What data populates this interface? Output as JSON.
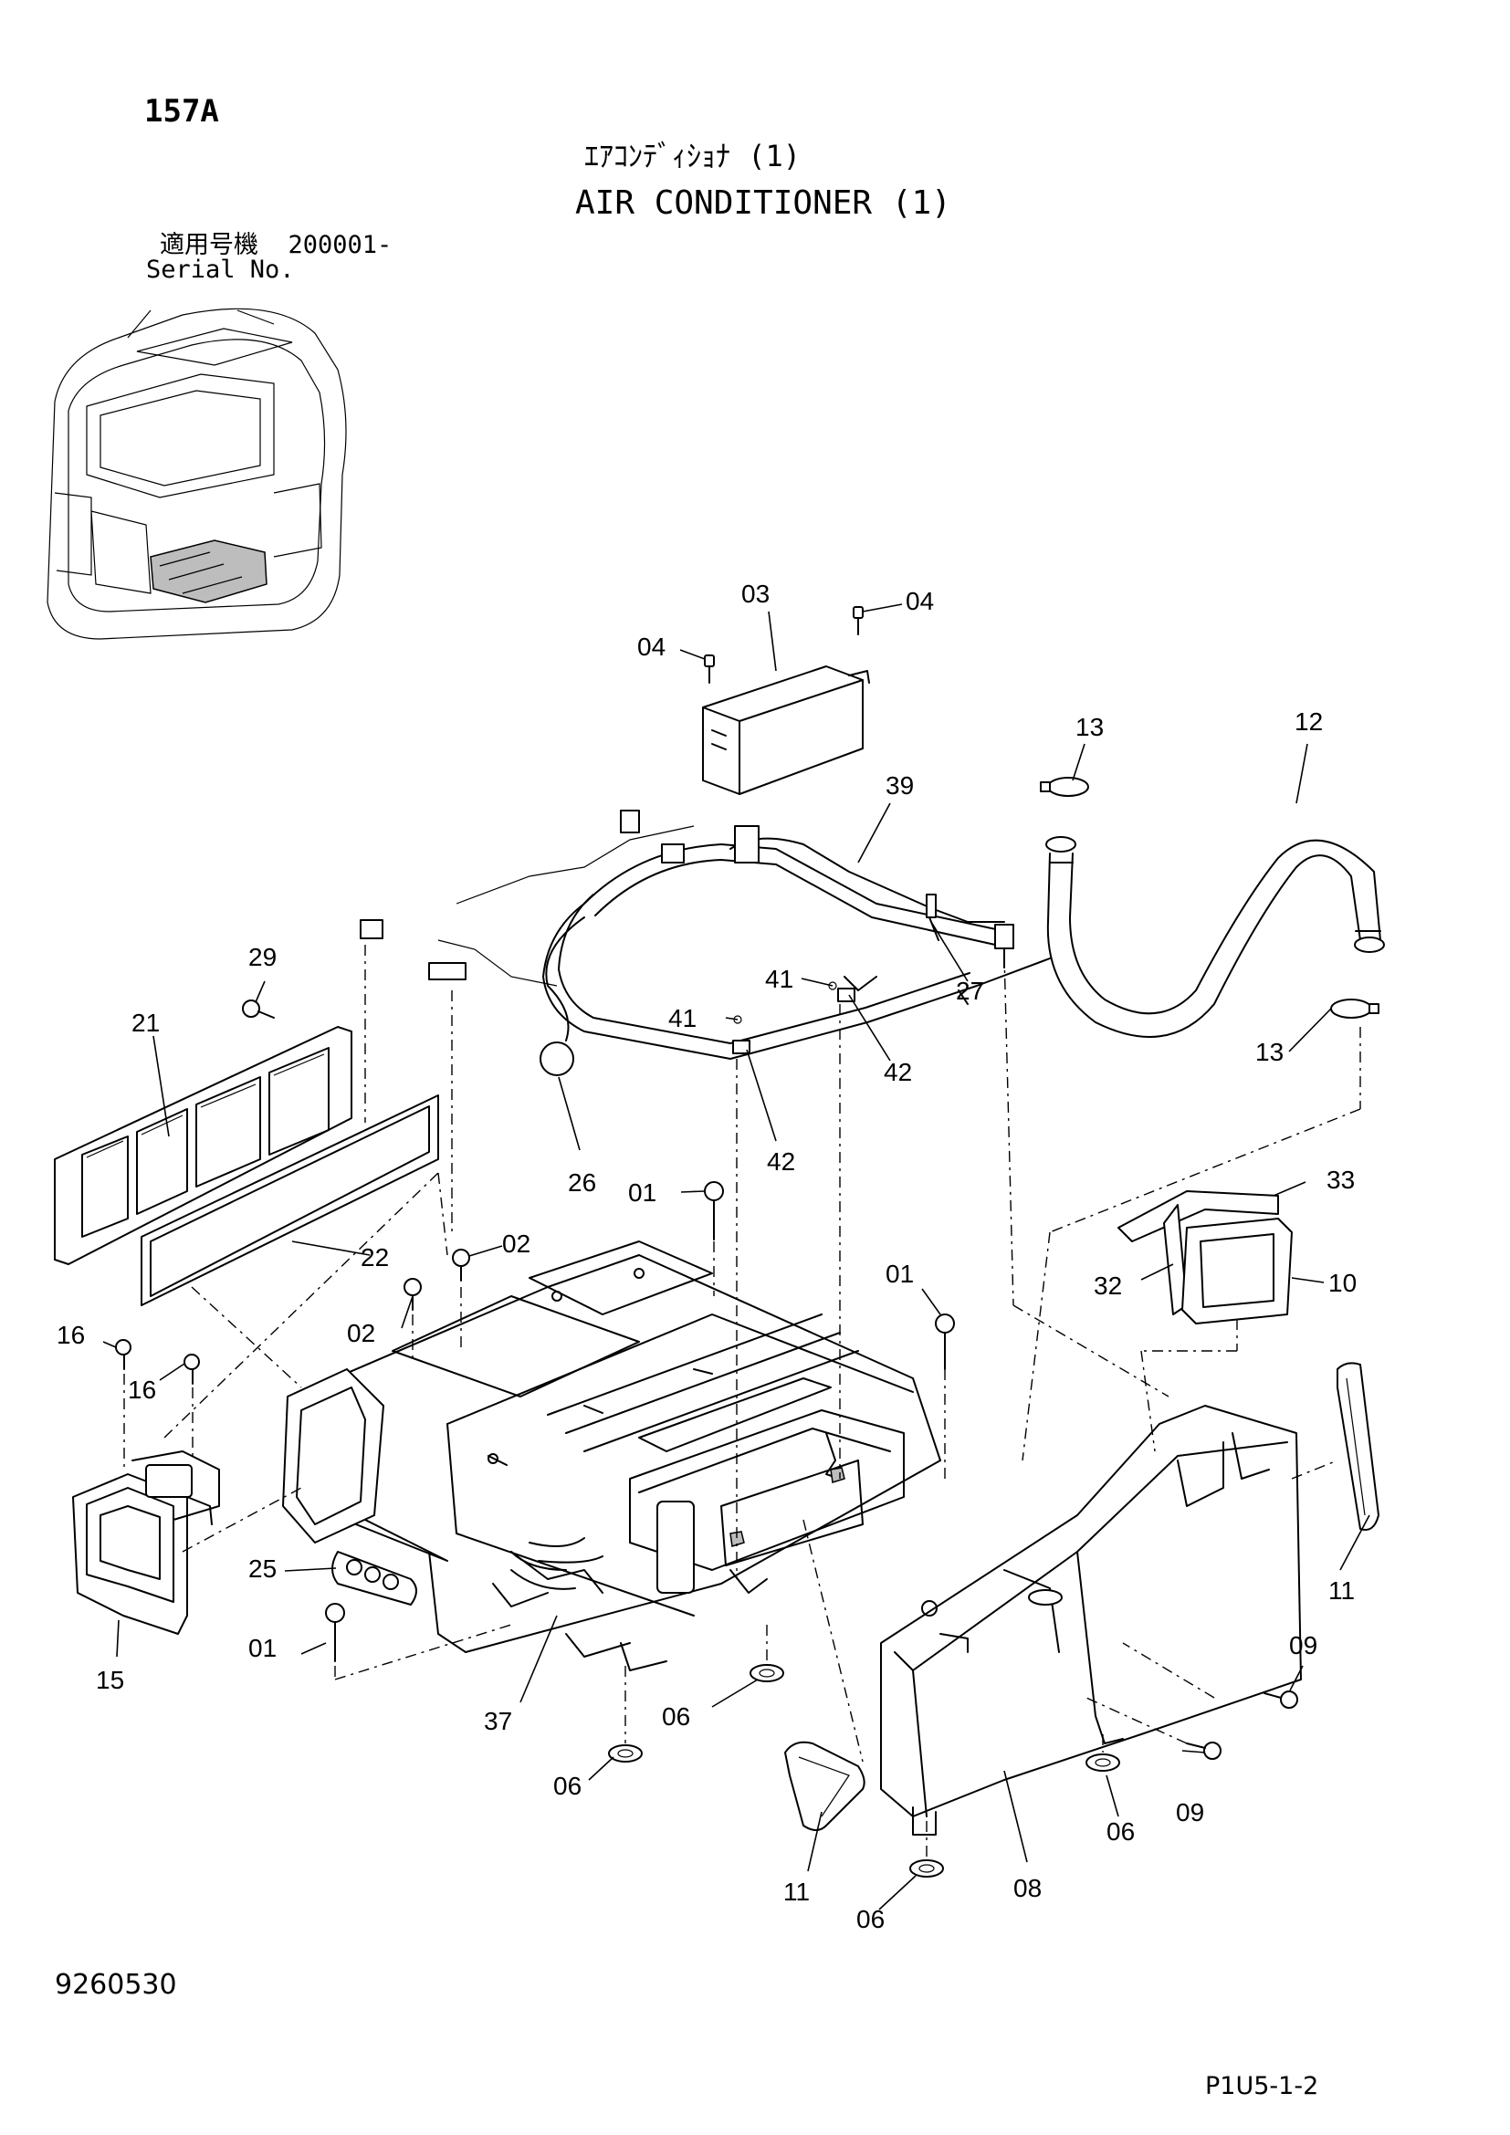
{
  "header": {
    "page_code": "157A",
    "title_jp": "ｴｱｺﾝﾃﾞｨｼｮﾅ (1)",
    "title_en": "AIR CONDITIONER (1)",
    "serial_label_jp": "適用号機",
    "serial_value": "200001-",
    "serial_label_en": "Serial No."
  },
  "callouts": {
    "c01a": "01",
    "c01b": "01",
    "c01c": "01",
    "c02a": "02",
    "c02b": "02",
    "c03": "03",
    "c04a": "04",
    "c04b": "04",
    "c06a": "06",
    "c06b": "06",
    "c06c": "06",
    "c06d": "06",
    "c08": "08",
    "c09a": "09",
    "c09b": "09",
    "c10": "10",
    "c11a": "11",
    "c11b": "11",
    "c12": "12",
    "c13a": "13",
    "c13b": "13",
    "c15": "15",
    "c16a": "16",
    "c16b": "16",
    "c21": "21",
    "c22": "22",
    "c25": "25",
    "c26": "26",
    "c27": "27",
    "c29": "29",
    "c32": "32",
    "c33": "33",
    "c37": "37",
    "c39": "39",
    "c41a": "41",
    "c41b": "41",
    "c42a": "42",
    "c42b": "42"
  },
  "footer": {
    "doc_number": "9260530",
    "page_ref": "P1U5-1-2"
  }
}
